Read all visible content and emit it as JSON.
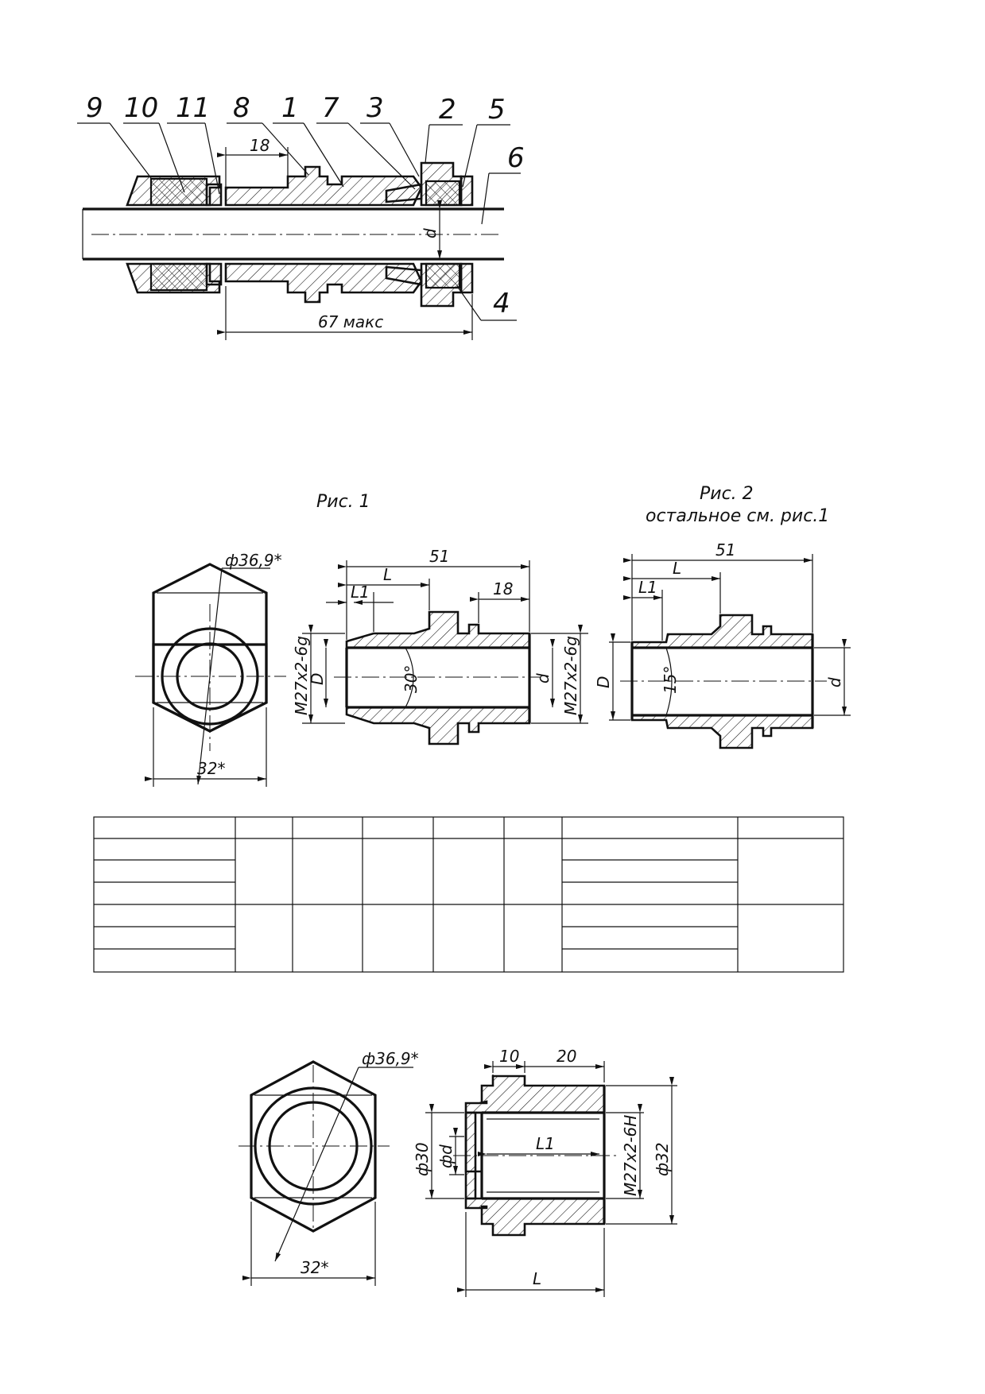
{
  "assembly": {
    "callouts": [
      "9",
      "10",
      "11",
      "8",
      "1",
      "7",
      "3",
      "2",
      "5",
      "6",
      "4"
    ],
    "dim_18": "18",
    "dim_overall": "67 макс",
    "dim_d": "d"
  },
  "fig1": {
    "caption": "Рис. 1",
    "hex_diameter": "ф36,9*",
    "hex_flats": "32*",
    "dim_51": "51",
    "dim_L": "L",
    "dim_L1": "L1",
    "dim_18": "18",
    "thread": "М27х2-6g",
    "dim_D": "D",
    "dim_d": "d",
    "angle": "30°"
  },
  "fig2": {
    "caption_line1": "Рис. 2",
    "caption_line2": "остальное см. рис.1",
    "dim_51": "51",
    "dim_L": "L",
    "dim_L1": "L1",
    "dim_D": "D",
    "dim_d": "d",
    "angle": "15°"
  },
  "table": {
    "rows": 7,
    "columns": 8,
    "cells": []
  },
  "nut": {
    "hex_diameter": "ф36,9*",
    "hex_flats": "32*",
    "dim_10": "10",
    "dim_20": "20",
    "dim_30": "ф30",
    "dim_d": "фd",
    "dim_L1": "L1",
    "thread": "М27х2-6Н",
    "dim_32": "ф32",
    "dim_L": "L"
  }
}
